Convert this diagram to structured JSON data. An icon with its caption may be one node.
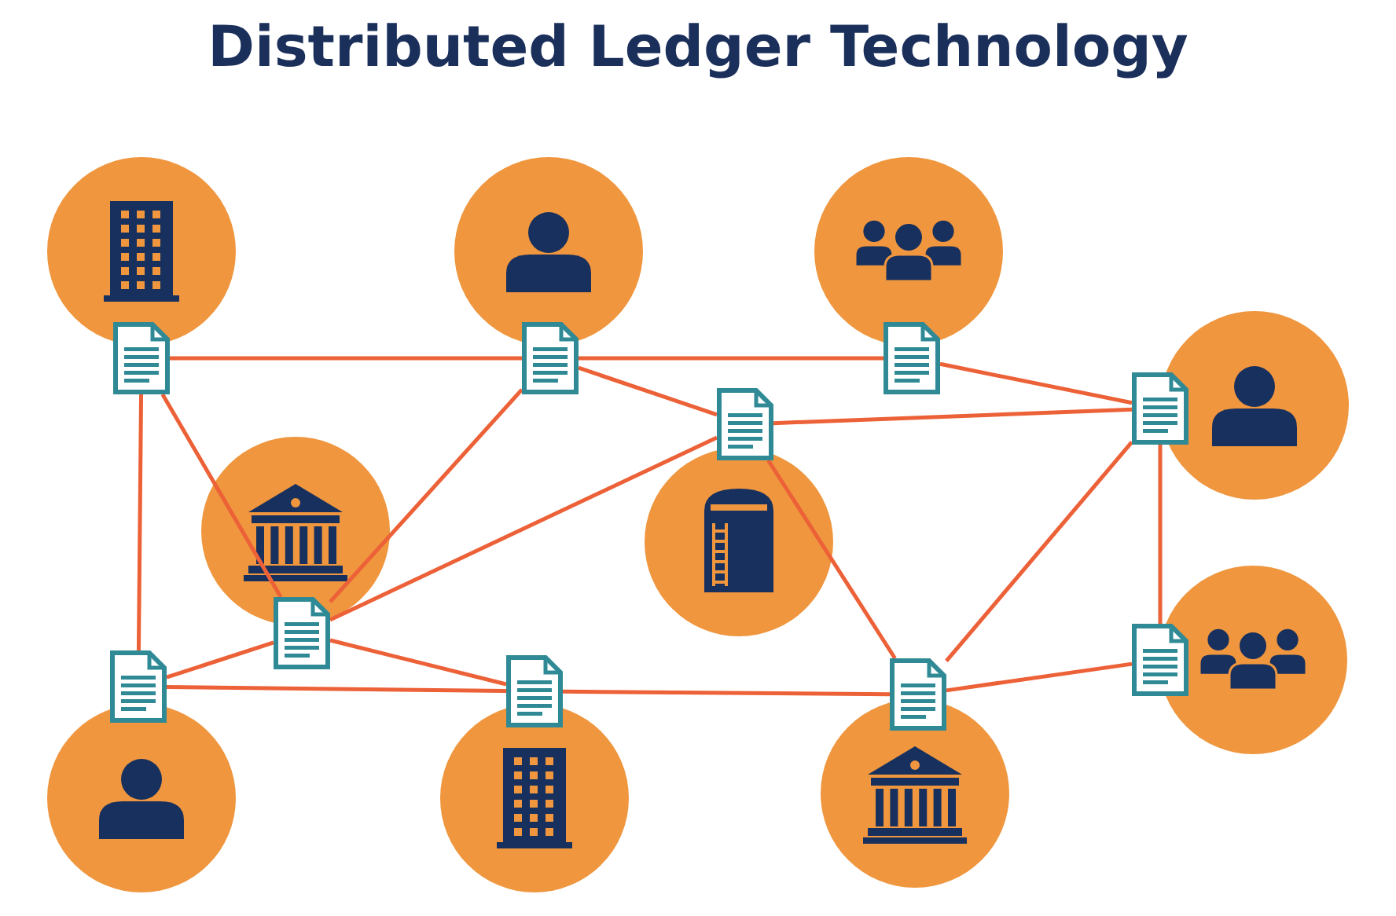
{
  "diagram": {
    "title": "Distributed Ledger Technology",
    "nodes": [
      {
        "text": [],
        "shape": "document"
      },
      {
        "text": [],
        "shape": "document"
      },
      {
        "text": [],
        "shape": "document"
      },
      {
        "text": [],
        "shape": "document"
      },
      {
        "text": [],
        "shape": "document"
      },
      {
        "text": [],
        "shape": "document"
      },
      {
        "text": [],
        "shape": "document"
      },
      {
        "text": [],
        "shape": "document"
      },
      {
        "text": [],
        "shape": "document"
      },
      {
        "text": [],
        "shape": "document"
      }
    ],
    "edges": [
      {
        "from": 0,
        "to": 1,
        "arrow": "none"
      },
      {
        "from": 1,
        "to": 2,
        "arrow": "none"
      },
      {
        "from": 2,
        "to": 3,
        "arrow": "none"
      },
      {
        "from": 0,
        "to": 6,
        "arrow": "none"
      },
      {
        "from": 0,
        "to": 5,
        "arrow": "none"
      },
      {
        "from": 1,
        "to": 4,
        "arrow": "none"
      },
      {
        "from": 1,
        "to": 5,
        "arrow": "none"
      },
      {
        "from": 4,
        "to": 3,
        "arrow": "none"
      },
      {
        "from": 4,
        "to": 5,
        "arrow": "none"
      },
      {
        "from": 4,
        "to": 8,
        "arrow": "none"
      },
      {
        "from": 3,
        "to": 9,
        "arrow": "none"
      },
      {
        "from": 3,
        "to": 8,
        "arrow": "none"
      },
      {
        "from": 9,
        "to": 8,
        "arrow": "none"
      },
      {
        "from": 6,
        "to": 5,
        "arrow": "none"
      },
      {
        "from": 6,
        "to": 7,
        "arrow": "none"
      },
      {
        "from": 5,
        "to": 7,
        "arrow": "none"
      },
      {
        "from": 7,
        "to": 8,
        "arrow": "none"
      }
    ]
  }
}
